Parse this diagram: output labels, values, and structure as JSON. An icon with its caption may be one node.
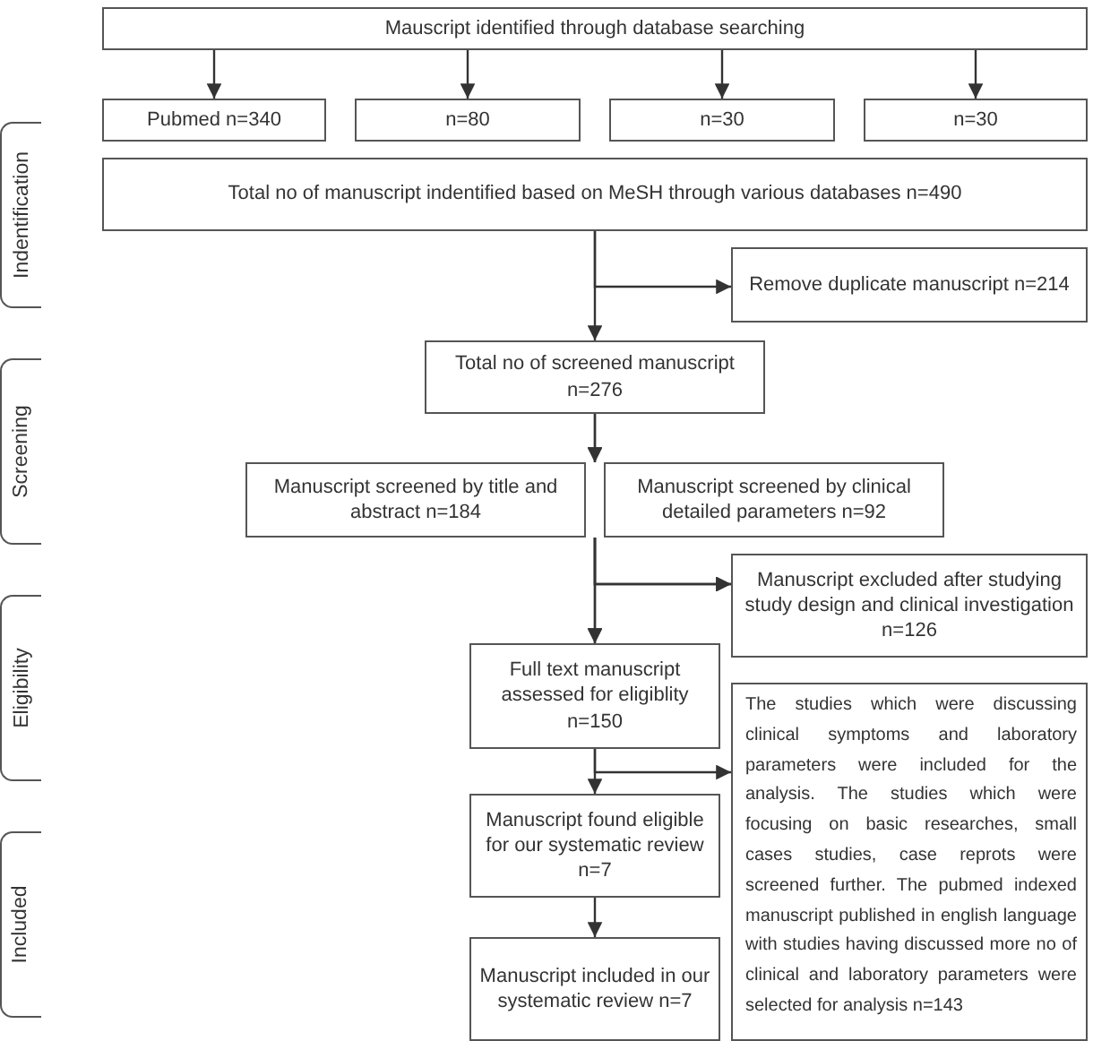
{
  "diagram": {
    "nodes": [
      {
        "text": [
          "Mauscript identified through database searching"
        ]
      },
      {
        "text": [
          "Pubmed n=340"
        ]
      },
      {
        "text": [
          "n=80"
        ]
      },
      {
        "text": [
          "n=30"
        ]
      },
      {
        "text": [
          "n=30"
        ]
      },
      {
        "text": [
          "Total no of manuscript indentified based on MeSH through various databases n=490"
        ]
      },
      {
        "text": [
          "Remove duplicate manuscript n=214"
        ]
      },
      {
        "text": [
          "Total no of screened manuscript n=276"
        ]
      },
      {
        "text": [
          "Manuscript screened by title and abstract n=184"
        ]
      },
      {
        "text": [
          "Manuscript screened by clinical detailed parameters n=92"
        ]
      },
      {
        "text": [
          "Manuscript excluded after studying study design and clinical investigation n=126"
        ]
      },
      {
        "text": [
          "Full text manuscript assessed for eligiblity n=150"
        ]
      },
      {
        "text": [
          "Manuscript found eligible for our systematic review n=7"
        ]
      },
      {
        "text": [
          "Manuscript included in our systematic review n=7"
        ]
      },
      {
        "text": [
          "The studies which were discussing clinical symptoms and laboratory parameters were included for the analysis. The studies which were focusing on basic researches, small cases studies, case reprots were screened further. The pubmed indexed manuscript published in english language with studies having discussed more no of clinical and laboratory parameters were selected for analysis n=143"
        ]
      },
      {
        "text": [
          "Indentification"
        ]
      },
      {
        "text": [
          "Screening"
        ]
      },
      {
        "text": [
          "Eligibility"
        ]
      },
      {
        "text": [
          "Included"
        ]
      }
    ],
    "edges": [
      {
        "from": 0,
        "to": 1,
        "arrow": "to"
      },
      {
        "from": 0,
        "to": 2,
        "arrow": "to"
      },
      {
        "from": 0,
        "to": 3,
        "arrow": "to"
      },
      {
        "from": 0,
        "to": 4,
        "arrow": "to"
      },
      {
        "from": 5,
        "to": 7,
        "arrow": "to"
      },
      {
        "from": 5,
        "to": 6,
        "arrow": "to"
      },
      {
        "from": 7,
        "to": 8,
        "arrow": "to"
      },
      {
        "from": 7,
        "to": 9,
        "arrow": "to"
      },
      {
        "from": 8,
        "to": 11,
        "arrow": "to"
      },
      {
        "from": 9,
        "to": 11,
        "arrow": "to"
      },
      {
        "from": 8,
        "to": 10,
        "arrow": "to"
      },
      {
        "from": 9,
        "to": 10,
        "arrow": "to"
      },
      {
        "from": 11,
        "to": 12,
        "arrow": "to"
      },
      {
        "from": 11,
        "to": 14,
        "arrow": "to"
      },
      {
        "from": 12,
        "to": 13,
        "arrow": "to"
      }
    ]
  }
}
